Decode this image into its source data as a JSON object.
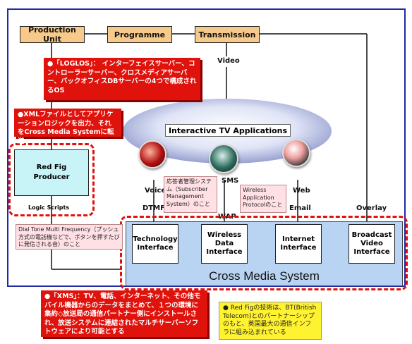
{
  "units": {
    "production": "Production Unit",
    "programme": "Programme",
    "transmission": "Transmission"
  },
  "video_label": "Video",
  "callouts": {
    "loglos": "●「LOGLOS」： インターフェイスサーバー、コントローラーサーバー、クロスメディアサーバー、バックオフィスDBサーバーの4つで構成されるOS",
    "xml": "●XMLファイルとしてアプリケーションロジックを出力、それをCross Media Systemに転送",
    "xms": "●「XMS」：TV、電話、インターネット、その他モバイル機器からのデータをまとめて、１つの環境に集約◇放送局の通信パートナー側にインストールされ、放送システムに連結されたマルチサーバーソフトウェアにより可能とする",
    "dtmf_note": "Dial Tone Multi Frequency（プッシュ方式の電話機などで、ボタンを押すたびに発信される音）のこと",
    "sms_note": "応答者管理システム（Subscriber Management System）のこと",
    "wap_note": "Wireless Application Protocolのこと",
    "redfig_note": "● Red Figの技術は、BT(British Telecom)とのパートナーシップのもと、英国最大の通信インフラに組み込まれている"
  },
  "ellipse_title": "Interactive TV Applications",
  "producer": {
    "line1": "Red Fig",
    "line2": "Producer",
    "scripts": "Logic Scripts"
  },
  "channels": {
    "voice": "Voice",
    "sms": "SMS",
    "web": "Web",
    "dtmf": "DTMF",
    "wap": "WAP",
    "email": "Email",
    "overlay": "Overlay"
  },
  "interfaces": [
    {
      "line1": "Technology",
      "line2": "Interface",
      "line3": ""
    },
    {
      "line1": "Wireless",
      "line2": "Data",
      "line3": "Interface"
    },
    {
      "line1": "Internet",
      "line2": "Interface",
      "line3": ""
    },
    {
      "line1": "Broadcast",
      "line2": "Video",
      "line3": "Interface"
    }
  ],
  "system_title": "Cross Media System",
  "colors": {
    "frame": "#1e2aa8",
    "accent_red": "#e0120c",
    "orange_box": "#f7c98a",
    "system_blue": "#b9d4f2",
    "producer_cyan": "#c8f4f7",
    "note_yellow": "#fff230"
  }
}
